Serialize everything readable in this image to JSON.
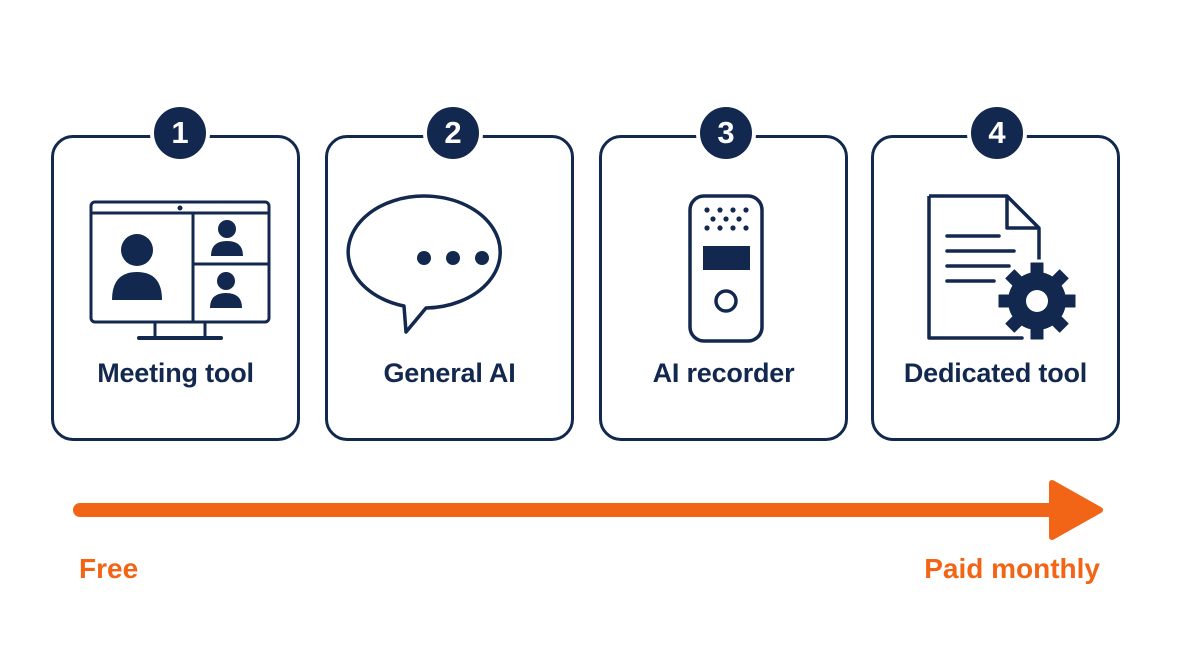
{
  "steps": [
    {
      "number": "1",
      "label": "Meeting tool",
      "icon": "video-meeting-icon"
    },
    {
      "number": "2",
      "label": "General AI",
      "icon": "chat-bubble-icon"
    },
    {
      "number": "3",
      "label": "AI recorder",
      "icon": "voice-recorder-icon"
    },
    {
      "number": "4",
      "label": "Dedicated tool",
      "icon": "document-gear-icon"
    }
  ],
  "scale": {
    "start_label": "Free",
    "end_label": "Paid monthly"
  },
  "colors": {
    "navy": "#13284f",
    "orange": "#f26416",
    "background": "#ffffff"
  }
}
